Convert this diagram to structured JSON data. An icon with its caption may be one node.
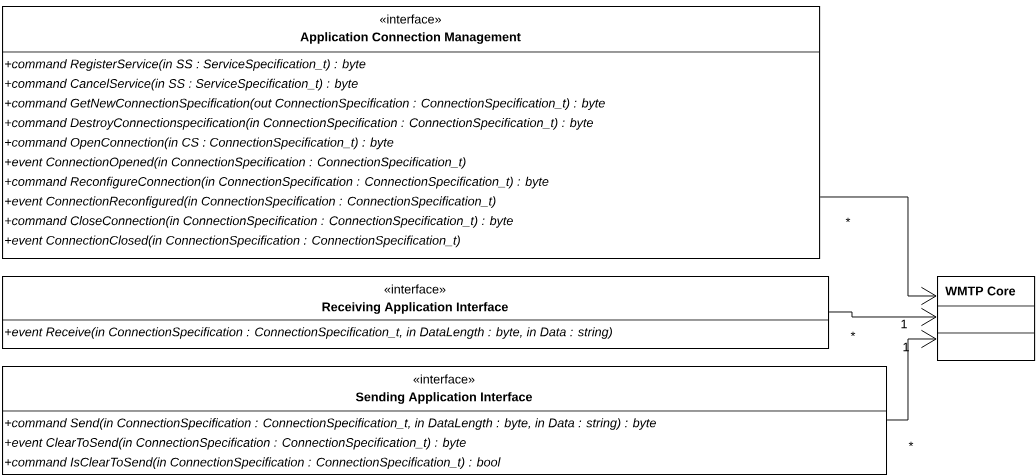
{
  "diagram": {
    "nodes": [
      {
        "text": [
          "«interface»",
          "Application Connection Management",
          "+command RegisterService(in SS : ServiceSpecification_t) : byte",
          "+command CancelService(in SS : ServiceSpecification_t) : byte",
          "+command GetNewConnectionSpecification(out ConnectionSpecification : ConnectionSpecification_t) : byte",
          "+command DestroyConnectionspecification(in ConnectionSpecification : ConnectionSpecification_t) : byte",
          "+command OpenConnection(in CS : ConnectionSpecification_t) : byte",
          "+event ConnectionOpened(in ConnectionSpecification : ConnectionSpecification_t)",
          "+command ReconfigureConnection(in ConnectionSpecification : ConnectionSpecification_t) : byte",
          "+event ConnectionReconfigured(in ConnectionSpecification : ConnectionSpecification_t)",
          "+command CloseConnection(in ConnectionSpecification : ConnectionSpecification_t) : byte",
          "+event ConnectionClosed(in ConnectionSpecification : ConnectionSpecification_t)"
        ]
      },
      {
        "text": [
          "«interface»",
          "Receiving Application Interface",
          "+event Receive(in ConnectionSpecification : ConnectionSpecification_t, in DataLength : byte, in Data : string)"
        ]
      },
      {
        "text": [
          "«interface»",
          "Sending Application Interface",
          "+command Send(in ConnectionSpecification : ConnectionSpecification_t, in DataLength : byte, in Data : string) : byte",
          "+event ClearToSend(in ConnectionSpecification : ConnectionSpecification_t) : byte",
          "+command IsClearToSend(in ConnectionSpecification : ConnectionSpecification_t) : bool"
        ]
      },
      {
        "text": [
          "WMTP Core"
        ]
      }
    ],
    "edges": [
      {
        "from": 0,
        "to": 3,
        "arrow": "to",
        "label": "*"
      },
      {
        "from": 1,
        "to": 3,
        "arrow": "to",
        "label": "*"
      },
      {
        "from": 2,
        "to": 3,
        "arrow": "to",
        "label": "*"
      }
    ],
    "labels": [
      "1",
      "1"
    ]
  }
}
